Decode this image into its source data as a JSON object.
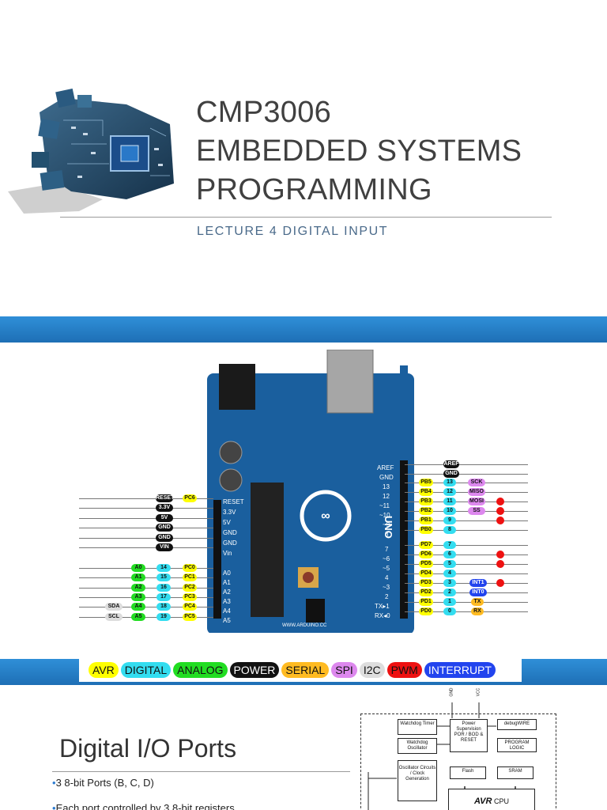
{
  "slide1": {
    "title_lines": [
      "CMP3006",
      "EMBEDDED SYSTEMS",
      "PROGRAMMING"
    ],
    "subtitle": "LECTURE 4 DIGITAL INPUT"
  },
  "slide2": {
    "left_pins": [
      {
        "name": "RESET",
        "alt": "PC6",
        "type": "power"
      },
      {
        "name": "3.3V",
        "type": "power"
      },
      {
        "name": "5V",
        "type": "power"
      },
      {
        "name": "GND",
        "type": "power"
      },
      {
        "name": "GND",
        "type": "power"
      },
      {
        "name": "VIN",
        "type": "power"
      },
      {
        "name": "A0",
        "digital": "14",
        "port": "PC0"
      },
      {
        "name": "A1",
        "digital": "15",
        "port": "PC1"
      },
      {
        "name": "A2",
        "digital": "16",
        "port": "PC2"
      },
      {
        "name": "A3",
        "digital": "17",
        "port": "PC3"
      },
      {
        "name": "A4",
        "digital": "18",
        "port": "PC4",
        "i2c": "SDA"
      },
      {
        "name": "A5",
        "digital": "19",
        "port": "PC5",
        "i2c": "SCL"
      }
    ],
    "right_pins": [
      {
        "power": "AREF"
      },
      {
        "power": "GND"
      },
      {
        "port": "PB5",
        "digital": "13",
        "spi": "SCK"
      },
      {
        "port": "PB4",
        "digital": "12",
        "spi": "MISO"
      },
      {
        "port": "PB3",
        "digital": "11",
        "spi": "MOSI",
        "pwm": true
      },
      {
        "port": "PB2",
        "digital": "10",
        "spi": "SS",
        "pwm": true
      },
      {
        "port": "PB1",
        "digital": "9",
        "pwm": true
      },
      {
        "port": "PB0",
        "digital": "8"
      },
      {
        "port": "PD7",
        "digital": "7"
      },
      {
        "port": "PD6",
        "digital": "6",
        "pwm": true
      },
      {
        "port": "PD5",
        "digital": "5",
        "pwm": true
      },
      {
        "port": "PD4",
        "digital": "4"
      },
      {
        "port": "PD3",
        "digital": "3",
        "int": "INT1",
        "pwm": true
      },
      {
        "port": "PD2",
        "digital": "2",
        "int": "INT0"
      },
      {
        "port": "PD1",
        "digital": "1",
        "serial": "TX"
      },
      {
        "port": "PD0",
        "digital": "0",
        "serial": "RX"
      }
    ],
    "legend": [
      {
        "label": "AVR",
        "bg": "#ffff00",
        "fg": "#111111"
      },
      {
        "label": "DIGITAL",
        "bg": "#33ddf0",
        "fg": "#111111"
      },
      {
        "label": "ANALOG",
        "bg": "#22dd22",
        "fg": "#111111"
      },
      {
        "label": "POWER",
        "bg": "#111111",
        "fg": "#ffffff"
      },
      {
        "label": "SERIAL",
        "bg": "#ffbb22",
        "fg": "#111111"
      },
      {
        "label": "SPI",
        "bg": "#dd88ee",
        "fg": "#111111"
      },
      {
        "label": "I2C",
        "bg": "#dddddd",
        "fg": "#111111"
      },
      {
        "label": "PWM",
        "bg": "#ee1111",
        "fg": "#111111"
      },
      {
        "label": "INTERRUPT",
        "bg": "#2244ee",
        "fg": "#ffffff"
      }
    ],
    "colors": {
      "avr": "#ffff00",
      "digital": "#33ddf0",
      "analog": "#22dd22",
      "power": "#111111",
      "serial": "#ffbb22",
      "spi": "#dd88ee",
      "i2c": "#dddddd",
      "pwm": "#ee1111",
      "interrupt": "#2244ee"
    }
  },
  "slide3": {
    "title": "Digital I/O Ports",
    "bullets": [
      "3 8-bit Ports (B, C, D)",
      "Each port controlled by 3 8-bit registers"
    ],
    "diagram": {
      "gnd": "GND",
      "vcc": "VCC",
      "watchdog_timer": "Watchdog Timer",
      "watchdog_osc": "Watchdog Oscillator",
      "power": "Power Supervision POR / BOD & RESET",
      "debugwire": "debugWIRE",
      "program_logic": "PROGRAM LOGIC",
      "osc": "Oscillator Circuits / Clock Generation",
      "flash": "Flash",
      "sram": "SRAM",
      "cpu_brand": "AVR",
      "cpu": "CPU"
    }
  }
}
